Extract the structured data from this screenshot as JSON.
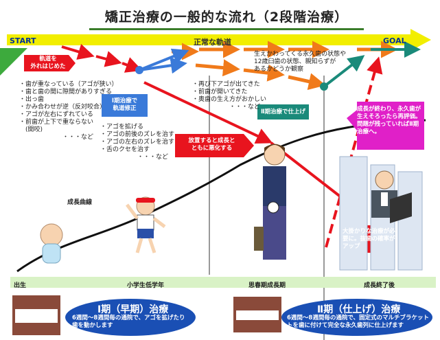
{
  "title": "矯正治療の一般的な流れ（2段階治療）",
  "top_arrow": {
    "start": "START",
    "normal_track": "正常な軌道",
    "goal": "GOAL"
  },
  "callouts": {
    "off_track": "軌道を\n外れはじめた",
    "phase1_fix": "Ⅰ期治療で\n軌道修正",
    "worsen": "放置すると成長と\nともに悪化する",
    "phase2_finish": "Ⅱ期治療で仕上げ",
    "reevaluate": "成長が終わり、永久歯が\n生えそろったら再評価。\n問題が残っていればⅡ期\n治療へ。",
    "big_treatment": "大掛かりな治療が必\n要に。抜歯の確率が\nアップ"
  },
  "notes": {
    "symptoms_early": "・歯が重なっている（アゴが狭い）\n・歯と歯の間に隙間がありすぎる\n・出っ歯\n・かみ合わせが逆（反対咬合）\n・アゴが左右にずれている\n・前歯が上下で重ならない\n　(開咬)\n　　　　　　　・・・など",
    "phase1_actions": "・アゴを拡げる\n・アゴの前後のズレを治す\n・アゴの左右のズレを治す\n・舌のクセを治す\n　　　　　　・・・など",
    "symptoms_later": "・再び下アゴが出てきた\n・前歯が開いてきた\n・奥歯の生え方がおかしい\n　　　　　　・・・など",
    "permanent_teeth": "生えかわってくる永久歯の状態や\n12歳臼歯の状態、親知らずが\nあるかどうか観察"
  },
  "growth_curve_label": "成長曲線",
  "timeline": {
    "birth": "出生",
    "elementary": "小学生低学年",
    "puberty": "思春期成長期",
    "end_growth": "成長終了後"
  },
  "phase1_panel": {
    "title": "Ⅰ期（早期）治療",
    "desc": "6週間～8週間毎の通院で、アゴを拡げたり\n歯を動かします"
  },
  "phase2_panel": {
    "title": "Ⅱ期（仕上げ）治療",
    "desc": "6週間～8週間毎の通院で、固定式のマルチブラケット\nトを歯に付けて完全な永久歯列に仕上げます"
  },
  "colors": {
    "top_arrow": "#f2ee00",
    "orange": "#f07a1a",
    "red": "#e8141e",
    "blue": "#3a7ad9",
    "teal": "#1a8a7a",
    "magenta": "#e020c8",
    "green_band": "#d9f2c6",
    "panel_blue": "#1a4fb4"
  }
}
